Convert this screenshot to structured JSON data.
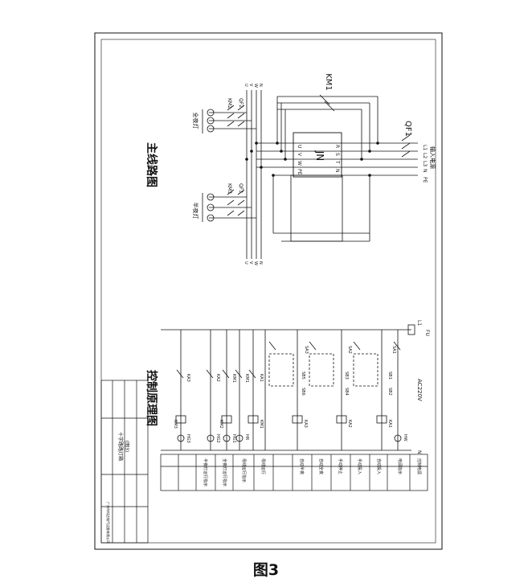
{
  "figure_caption": "图3",
  "main_circuit": {
    "title": "主线路图",
    "contactor": "KM1",
    "breaker_in": "QF1",
    "input_label": "输入电源",
    "input_phases": [
      "L1",
      "L2",
      "L3",
      "N",
      "PE"
    ],
    "inverter_brand": "JN",
    "inverter_pins_left": [
      "U",
      "V",
      "W",
      "PE"
    ],
    "inverter_pins_right": [
      "R",
      "S",
      "T",
      "N"
    ],
    "bus_labels": [
      "U",
      "V",
      "W",
      "N"
    ],
    "branch1": {
      "breaker": "QF2",
      "contactor": "KM2",
      "lamp": "全夜灯"
    },
    "branch2": {
      "breaker": "QF3",
      "contactor": "KM3",
      "lamp": "半夜灯"
    }
  },
  "control_circuit": {
    "title": "控制原理图",
    "supply": "AC220V",
    "fuse": "FU",
    "line": "L1",
    "neutral": "N",
    "switches": [
      "SA1",
      "SA2",
      "SA3"
    ],
    "buttons": [
      "SB1",
      "SB2",
      "SB3",
      "SB4",
      "SB5",
      "SB6"
    ],
    "relays": [
      "KA1",
      "KA2",
      "KA3"
    ],
    "relay_contacts": [
      "KA1",
      "KM1",
      "KM1",
      "KA2",
      "KA3"
    ],
    "coils": [
      "KA1",
      "KA2",
      "KA3",
      "KM1",
      "KM2",
      "KM3"
    ],
    "lamps": [
      "HW",
      "HR",
      "HG1",
      "HG2",
      "HG3"
    ],
    "function_labels": [
      "控制电源",
      "电源指示",
      "自动投入",
      "手动投入",
      "手动停止",
      "自动全夜",
      "自动半夜",
      "母线运行",
      "母线运行指示",
      "全夜灯运行指示",
      "半夜灯运行指示"
    ]
  },
  "title_block": {
    "drawing_name": "十字路路灯箱",
    "drawing_sub": "(图3)",
    "company": "广州市科达电气设备有限公司"
  }
}
